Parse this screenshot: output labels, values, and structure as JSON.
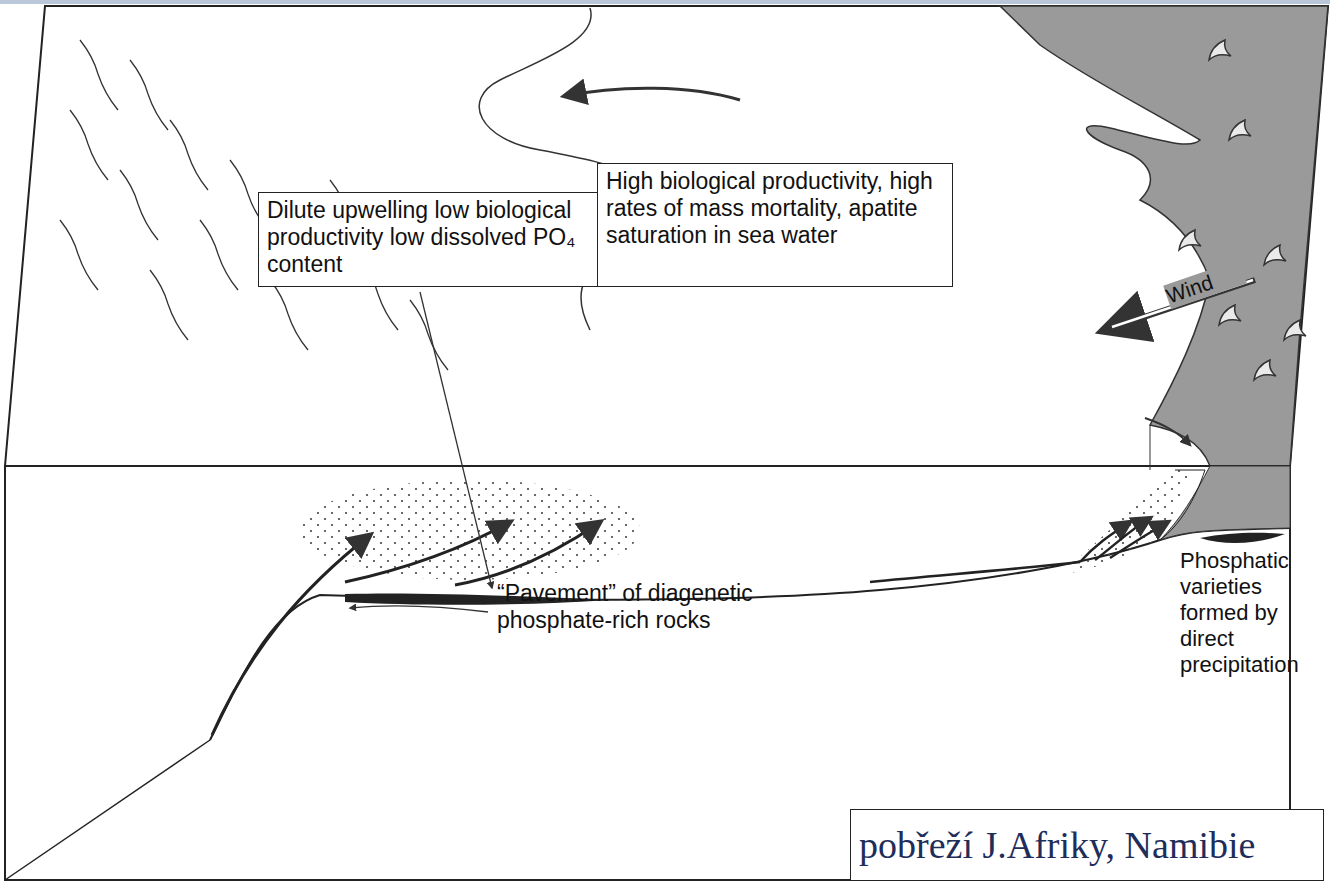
{
  "diagram": {
    "nodes": [
      {
        "text": [
          "Dilute upwelling low biological productivity low dissolved PO₄ content"
        ]
      },
      {
        "text": [
          "High biological productivity, high rates of mass mortality, apatite saturation in sea water"
        ]
      },
      {
        "text": [
          "pobřeží J.Afriky, Namibie"
        ]
      }
    ],
    "labels": [
      "Wind",
      "“Pavement” of diagenetic phosphate-rich rocks",
      "Phosphatic varieties formed by direct precipitation"
    ]
  }
}
